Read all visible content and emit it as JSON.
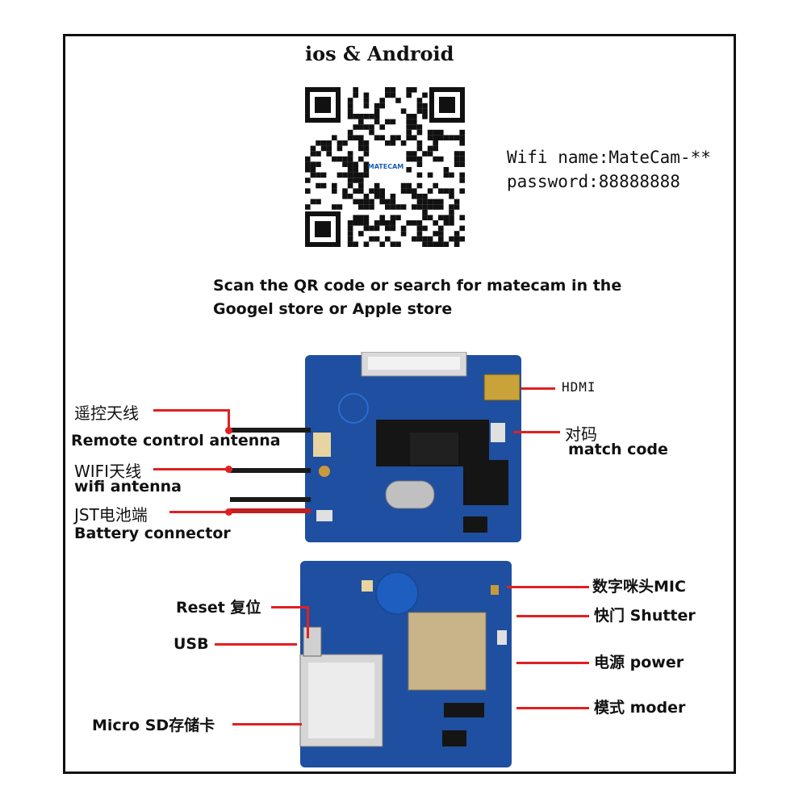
{
  "header": {
    "title": "ios & Android"
  },
  "wifi": {
    "name_line": "Wifi name:MateCam-**",
    "password_line": "password:88888888"
  },
  "qr": {
    "logo_text": "MATECAM"
  },
  "instructions": {
    "line1": "Scan the QR code or search for matecam in the",
    "line2": "Googel store or Apple store"
  },
  "top_board": {
    "labels": {
      "remote_zh": "遥控天线",
      "remote_en": "Remote control antenna",
      "wifi_zh": "WIFI天线",
      "wifi_en": "wifi antenna",
      "battery_zh": "JST电池端",
      "battery_en": "Battery connector",
      "hdmi": "HDMI",
      "match_zh": "对码",
      "match_en": "match code"
    }
  },
  "bottom_board": {
    "labels": {
      "reset": "Reset 复位",
      "usb": "USB",
      "sd": "Micro SD存储卡",
      "mic": "数字咪头MIC",
      "shutter": "快门 Shutter",
      "power": "电源 power",
      "mode": "模式 moder"
    }
  },
  "colors": {
    "pcb": "#1f4fa0",
    "pointer": "#e02020",
    "wire": "#1a1a1a",
    "chip": "#c9b48a"
  }
}
